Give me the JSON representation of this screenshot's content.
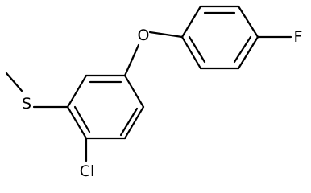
{
  "molecule": {
    "atoms": {
      "oxygen": "O",
      "fluorine": "F",
      "sulfur": "S",
      "chlorine": "Cl"
    },
    "colors": {
      "bond": "#000000",
      "label": "#000000",
      "background": "#ffffff"
    }
  }
}
